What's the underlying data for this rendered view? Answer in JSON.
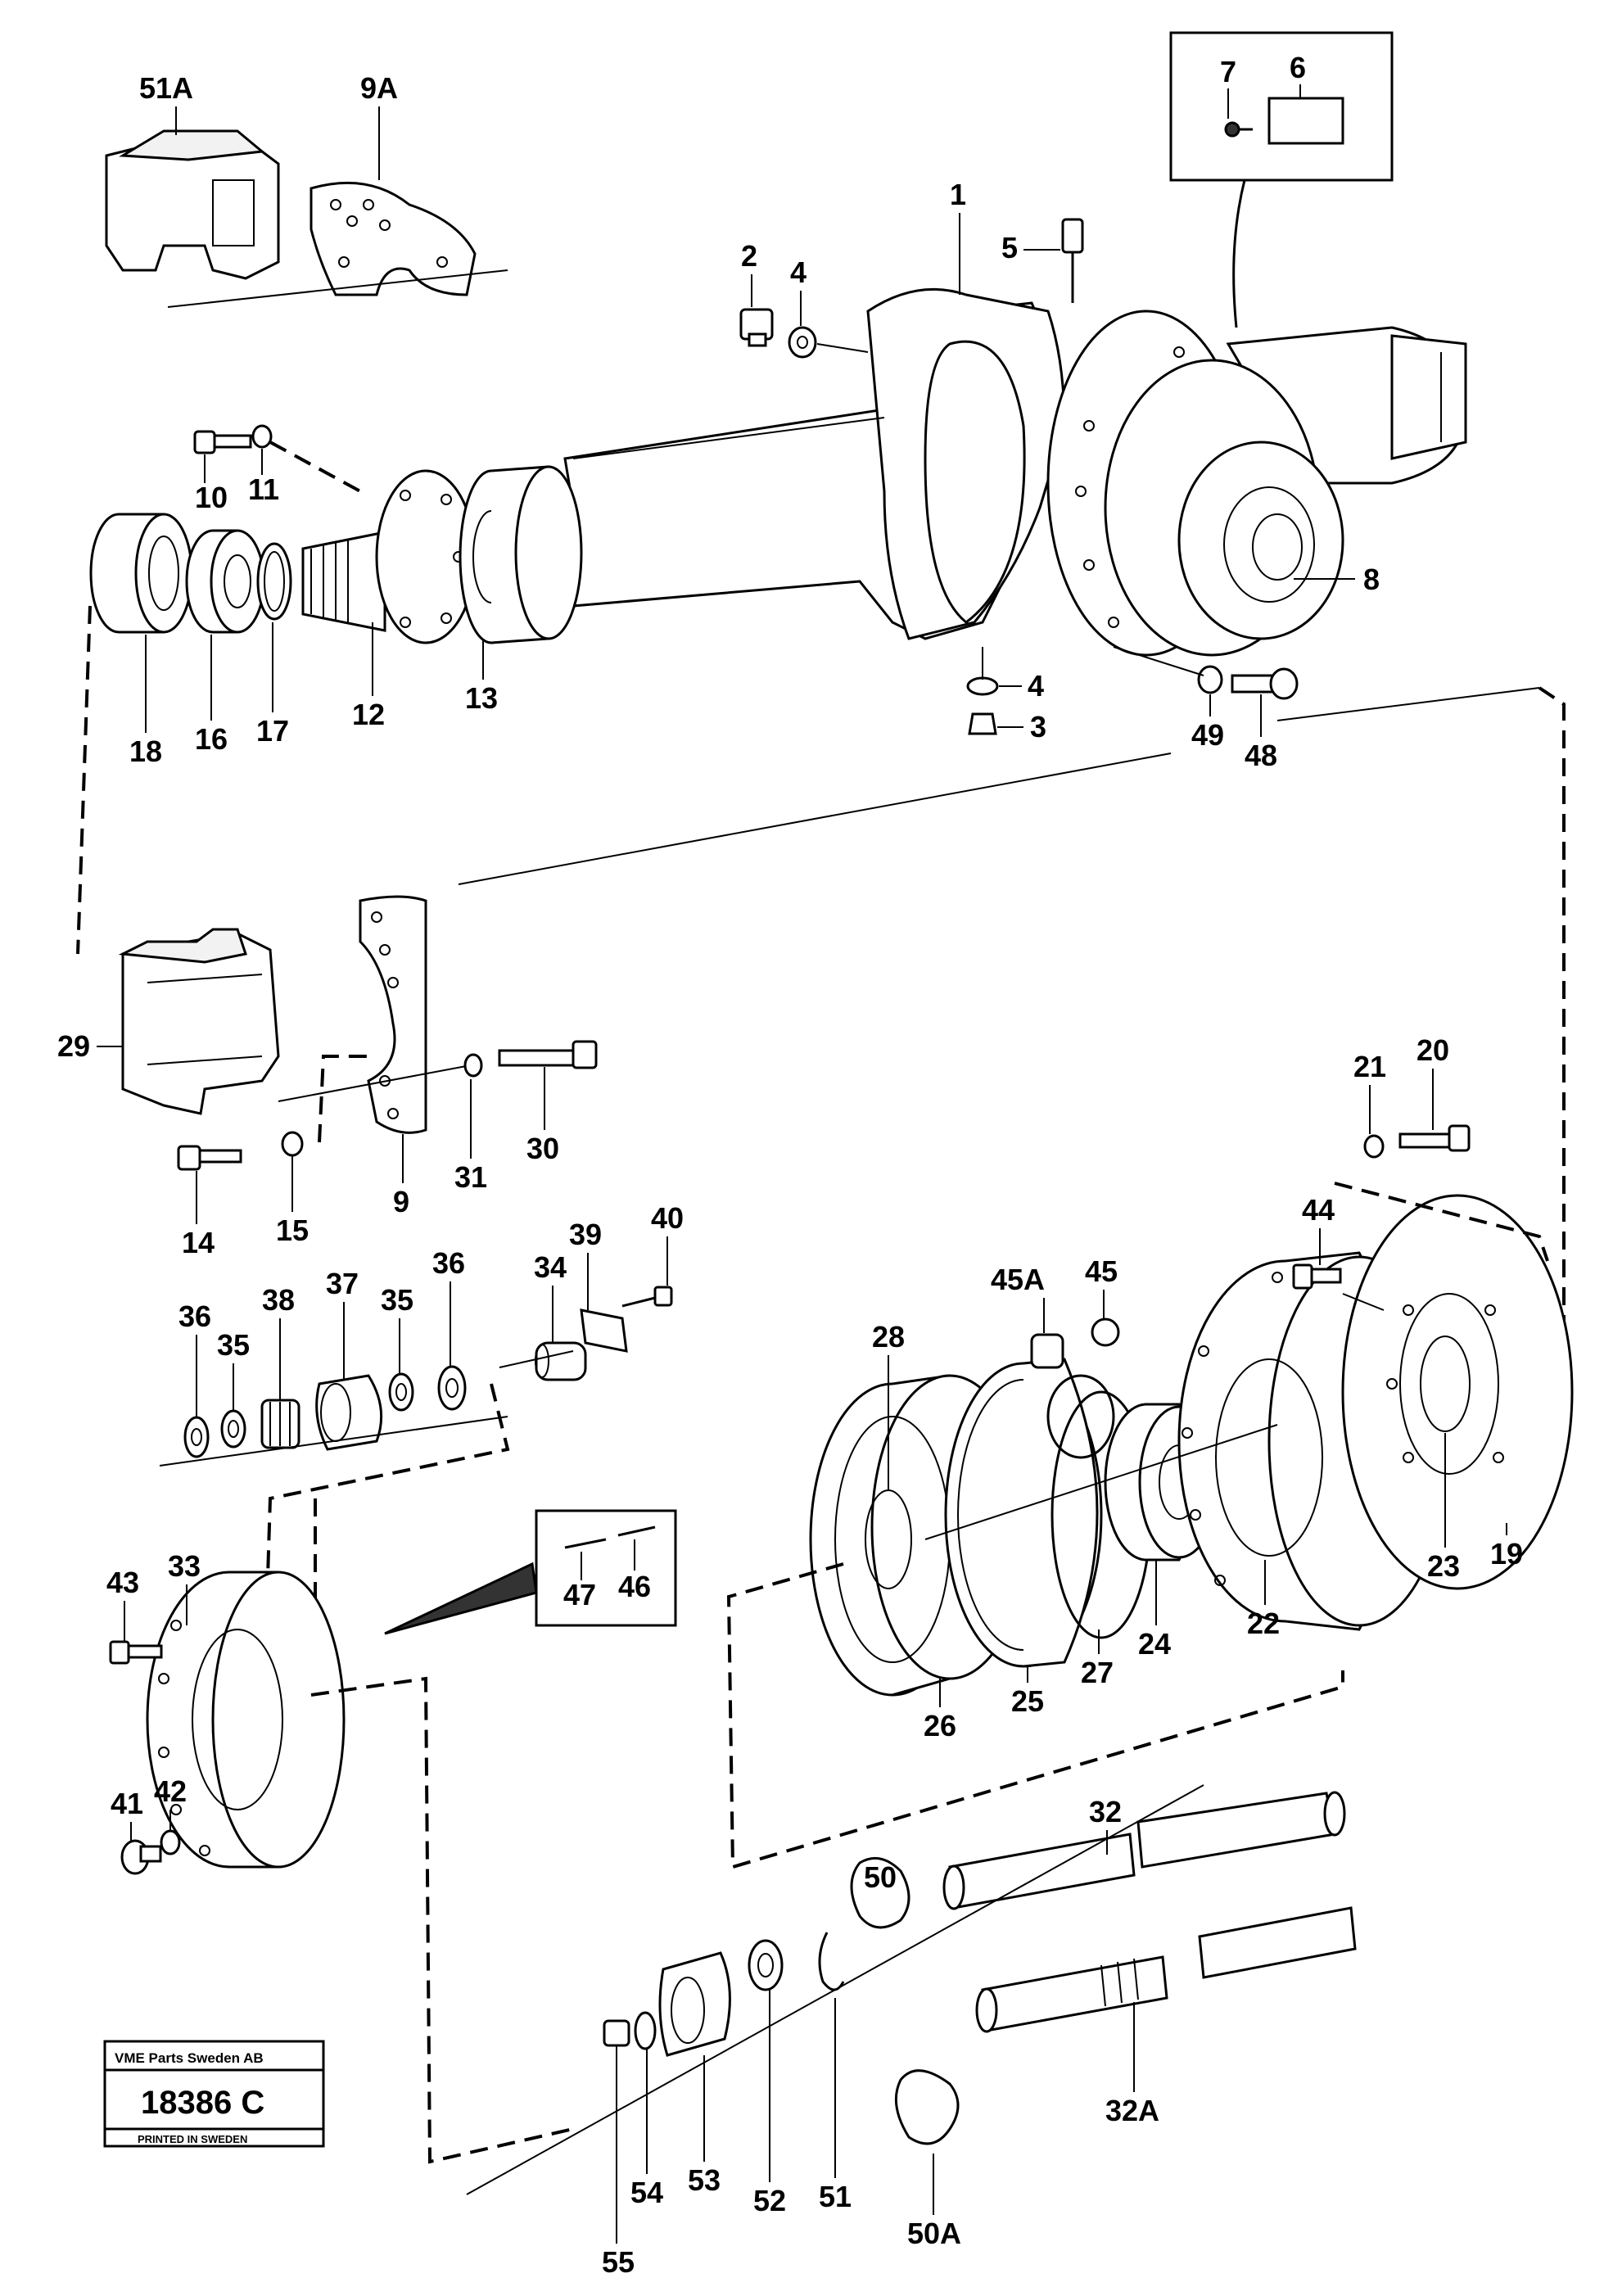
{
  "badge": {
    "company": "VME Parts Sweden AB",
    "number": "18386 C",
    "printed": "PRINTED IN SWEDEN"
  },
  "labels": {
    "l1": "1",
    "l2": "2",
    "l3": "3",
    "l4a": "4",
    "l4b": "4",
    "l5": "5",
    "l6": "6",
    "l7": "7",
    "l8": "8",
    "l9": "9",
    "l9a": "9A",
    "l10": "10",
    "l11": "11",
    "l12": "12",
    "l13": "13",
    "l14": "14",
    "l15": "15",
    "l16": "16",
    "l17": "17",
    "l18": "18",
    "l19": "19",
    "l20": "20",
    "l21": "21",
    "l22": "22",
    "l23": "23",
    "l24": "24",
    "l25": "25",
    "l26": "26",
    "l27": "27",
    "l28": "28",
    "l29": "29",
    "l30": "30",
    "l31": "31",
    "l32": "32",
    "l32a": "32A",
    "l33": "33",
    "l34": "34",
    "l35a": "35",
    "l35b": "35",
    "l36a": "36",
    "l36b": "36",
    "l37": "37",
    "l38": "38",
    "l39": "39",
    "l40": "40",
    "l41": "41",
    "l42": "42",
    "l43": "43",
    "l44": "44",
    "l45": "45",
    "l45a": "45A",
    "l46": "46",
    "l47": "47",
    "l48": "48",
    "l49": "49",
    "l50": "50",
    "l50a": "50A",
    "l51": "51",
    "l51a": "51A",
    "l52": "52",
    "l53": "53",
    "l54": "54",
    "l55": "55"
  }
}
